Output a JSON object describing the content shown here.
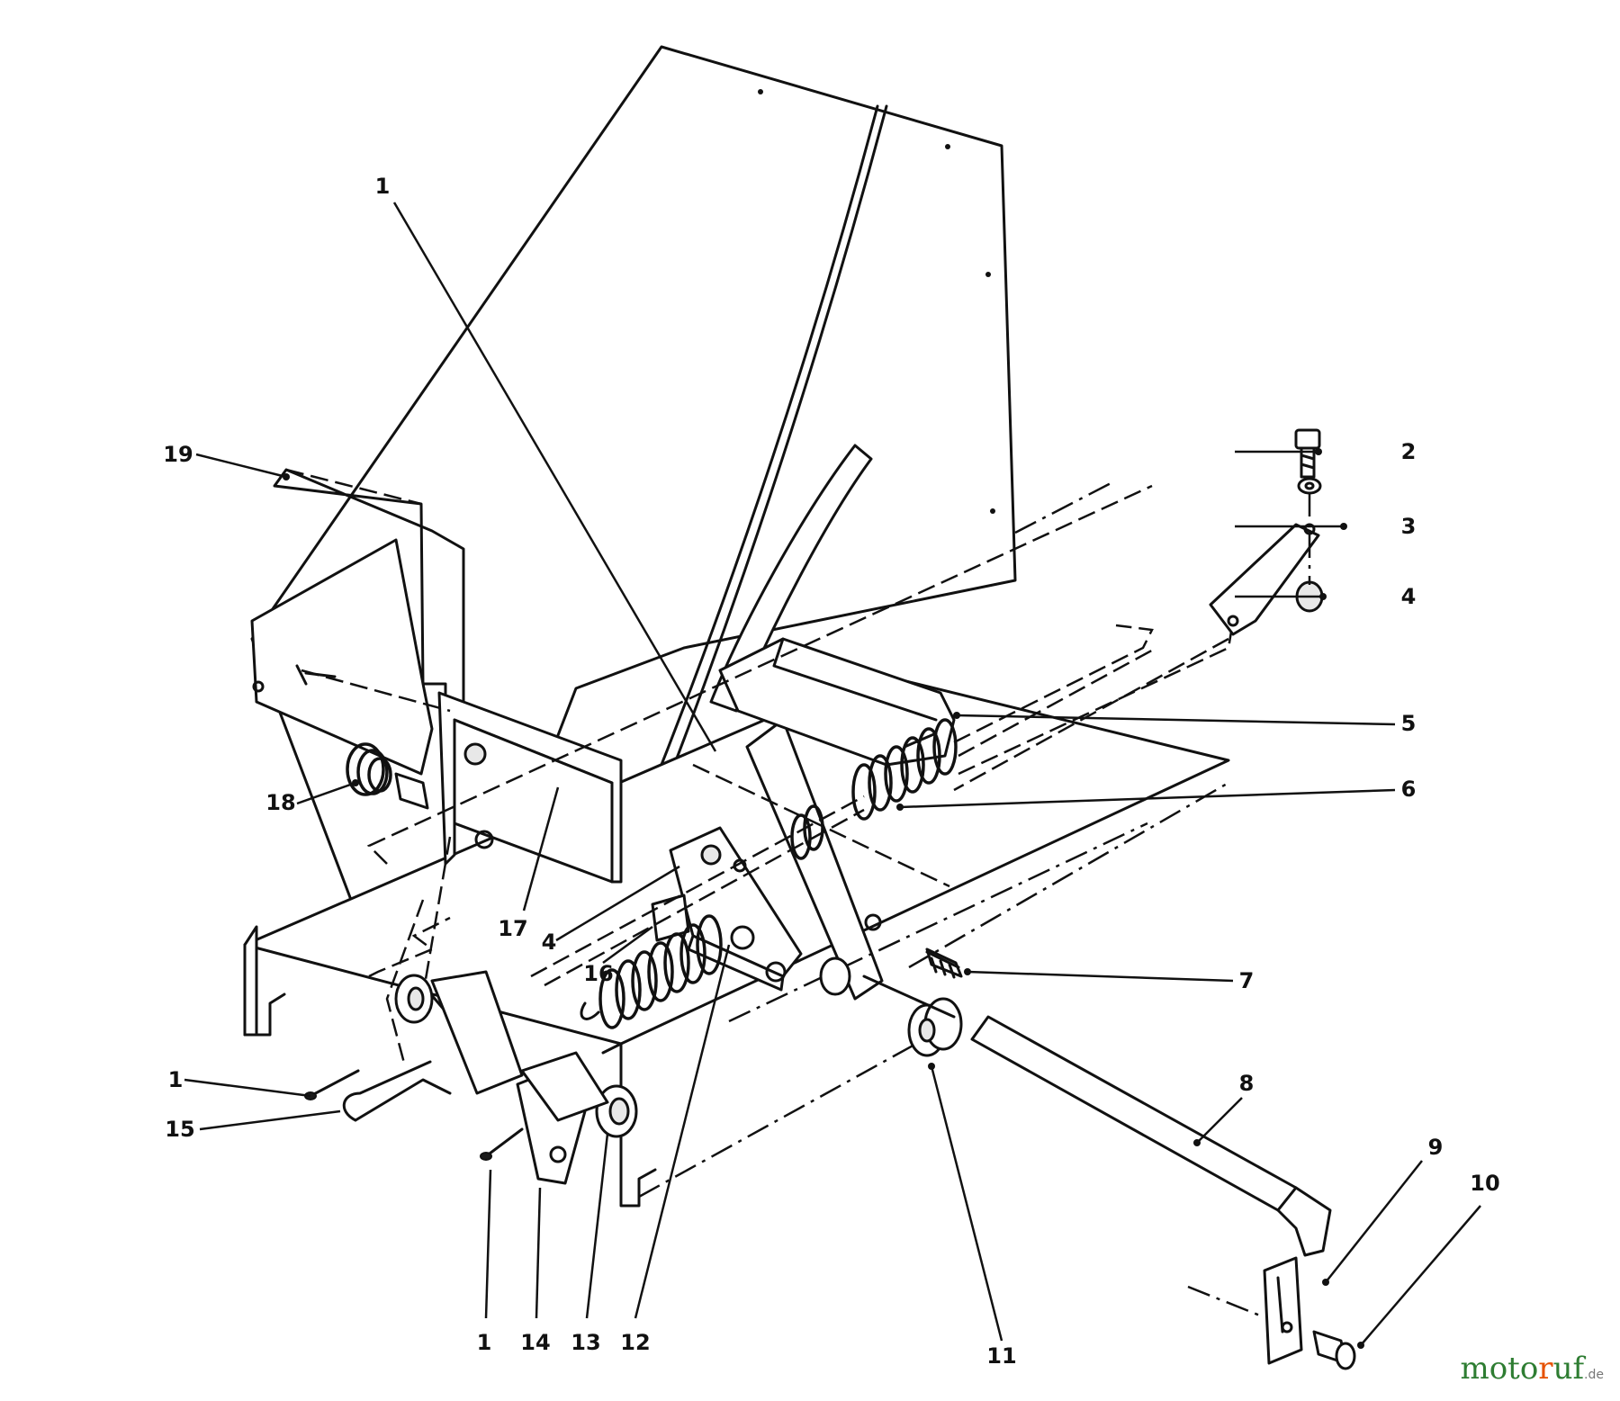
{
  "callouts": [
    {
      "label": "1"
    },
    {
      "label": "1"
    },
    {
      "label": "1"
    },
    {
      "label": "2"
    },
    {
      "label": "3"
    },
    {
      "label": "4"
    },
    {
      "label": "4"
    },
    {
      "label": "5"
    },
    {
      "label": "6"
    },
    {
      "label": "7"
    },
    {
      "label": "8"
    },
    {
      "label": "9"
    },
    {
      "label": "10"
    },
    {
      "label": "11"
    },
    {
      "label": "12"
    },
    {
      "label": "13"
    },
    {
      "label": "14"
    },
    {
      "label": "15"
    },
    {
      "label": "16"
    },
    {
      "label": "17"
    },
    {
      "label": "18"
    },
    {
      "label": "19"
    }
  ],
  "watermark": {
    "part_a": "moto",
    "part_b": "r",
    "part_c": "uf",
    "tld": ".de"
  }
}
